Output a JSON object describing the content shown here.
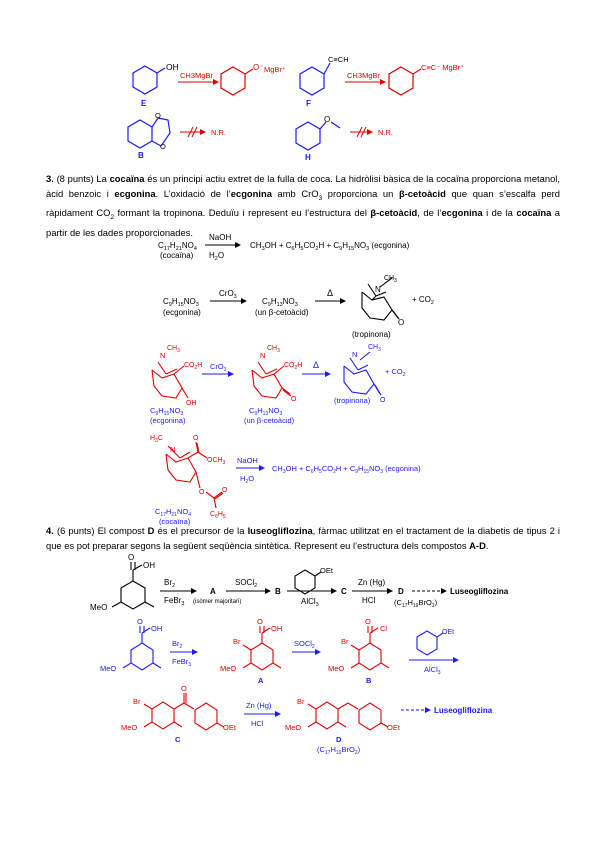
{
  "q2_scheme": {
    "E": "E",
    "F": "F",
    "B": "B",
    "H": "H",
    "oh": "OH",
    "mgbr_plus": "MgBr⁺",
    "o_minus": "O⁻",
    "ch3mgbr": "CH3MgBr",
    "nr": "N.R.",
    "alkyne_mgbr": "C≡C⁻ MgBr⁺"
  },
  "q3": {
    "number": "3.",
    "points": "(8 punts)",
    "text_parts": [
      "La ",
      "cocaïna",
      " és un principi actiu extret de la fulla de coca. La hidròlisi bàsica de la cocaïna proporciona metanol, àcid benzoic i ",
      "ecgonina",
      ". L’oxidació de l’",
      "ecgonina",
      " amb CrO",
      "3",
      " proporciona un ",
      "β-cetoàcid",
      " que quan s’escalfa perd ràpidament CO",
      "2",
      " formant la tropinona. Deduïu i represent eu l’estructura del ",
      "β-cetoàcid",
      ", de l’",
      "ecgonina",
      " i de la ",
      "cocaïna",
      " a partir de les dades proporcionades."
    ],
    "eq1": {
      "reactant": "C17H21NO4",
      "reactant_name": "(cocaïna)",
      "reagent_top": "NaOH",
      "reagent_bottom": "H2O",
      "products": "CH3OH + C6H5CO2H + C9H15NO3 (ecgonina)"
    },
    "eq2": {
      "reactant": "C9H15NO3",
      "reactant_name": "(ecgonina)",
      "reagent": "CrO3",
      "product": "C9H13NO3",
      "product_name": "(un β-cetoàcid)",
      "heat": "Δ",
      "tropinona": "(tropinona)",
      "co2": "+ CO2"
    },
    "answer": {
      "ecg_formula": "C9H15NO3",
      "ecg_name": "(ecgonina)",
      "reagent": "CrO3",
      "keto_formula": "C9H13NO3",
      "keto_name": "(un β-cetoàcid)",
      "heat": "Δ",
      "tropinona": "(tropinona)",
      "co2": "+ CO2",
      "coc_formula": "C17H21NO4",
      "coc_name": "(cocaïna)",
      "naoh": "NaOH",
      "h2o": "H2O",
      "products": "CH3OH + C6H5CO2H + C9H15NO3 (ecgonina)",
      "labels": {
        "ch3": "CH3",
        "h3c": "H3C",
        "n": "N",
        "co2h": "CO2H",
        "oh": "OH",
        "o": "O",
        "och3": "OCH3",
        "c6h5": "C6H5"
      }
    }
  },
  "q4": {
    "number": "4.",
    "points": "(6 punts)",
    "text_parts": [
      "El compost ",
      "D",
      " és el precursor de la ",
      "luseogliflozina",
      ", fàrmac utilitzat en el tractament de la diabetis de tipus 2 i que es pot preparar segons la següent seqüència sintètica. Represent eu l’estructura dels compostos ",
      "A-D",
      "."
    ],
    "scheme": {
      "oh": "OH",
      "meo": "MeO",
      "oet": "OEt",
      "br2": "Br2",
      "febr3": "FeBr3",
      "A": "A",
      "isomer": "(isòmer majoritari)",
      "socl2": "SOCl2",
      "B": "B",
      "alcl3": "AlCl3",
      "C": "C",
      "znhg": "Zn (Hg)",
      "hcl": "HCl",
      "D": "D",
      "d_formula": "(C17H19BrO2)",
      "luseo": "Luseogliflozina"
    },
    "answer": {
      "br": "Br",
      "oh": "OH",
      "o": "O",
      "cl": "Cl",
      "meo": "MeO",
      "oet": "OEt",
      "br2": "Br2",
      "febr3": "FeBr3",
      "socl2": "SOCl2",
      "alcl3": "AlCl3",
      "znhg": "Zn (Hg)",
      "hcl": "HCl",
      "A": "A",
      "B": "B",
      "C": "C",
      "D": "D",
      "d_formula": "(C17H19BrO2)",
      "luseo": "Luseogliflozina"
    }
  }
}
